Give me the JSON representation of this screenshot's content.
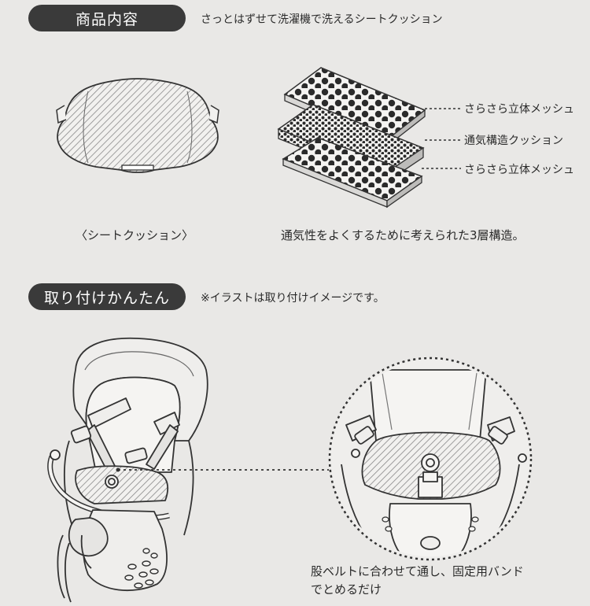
{
  "section1": {
    "title": "商品内容",
    "tagline": "さっとはずせて洗濯機で洗えるシートクッション",
    "cushion_caption": "〈シートクッション〉",
    "layers": [
      {
        "label": "さらさら立体メッシュ"
      },
      {
        "label": "通気構造クッション"
      },
      {
        "label": "さらさら立体メッシュ"
      }
    ],
    "layers_caption": "通気性をよくするために考えられた3層構造。"
  },
  "section2": {
    "title": "取り付けかんたん",
    "note": "※イラストは取り付けイメージです。",
    "detail_caption_line1": "股ベルトに合わせて通し、固定用バンド",
    "detail_caption_line2": "でとめるだけ"
  }
}
